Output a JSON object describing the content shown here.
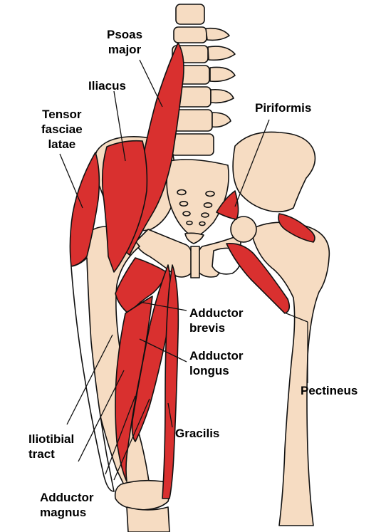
{
  "colors": {
    "bone": "#f6dcc2",
    "muscle": "#d9302f",
    "tendon": "#ffffff",
    "outline": "#111111",
    "label_text": "#000000"
  },
  "labels": {
    "psoas_major": "Psoas\nmajor",
    "iliacus": "Iliacus",
    "tensor_fasciae_latae": "Tensor\nfasciae\nlatae",
    "piriformis": "Piriformis",
    "adductor_brevis": "Adductor\nbrevis",
    "adductor_longus": "Adductor\nlongus",
    "pectineus": "Pectineus",
    "gracilis": "Gracilis",
    "iliotibial_tract": "Iliotibial\ntract",
    "adductor_magnus": "Adductor\nmagnus"
  }
}
